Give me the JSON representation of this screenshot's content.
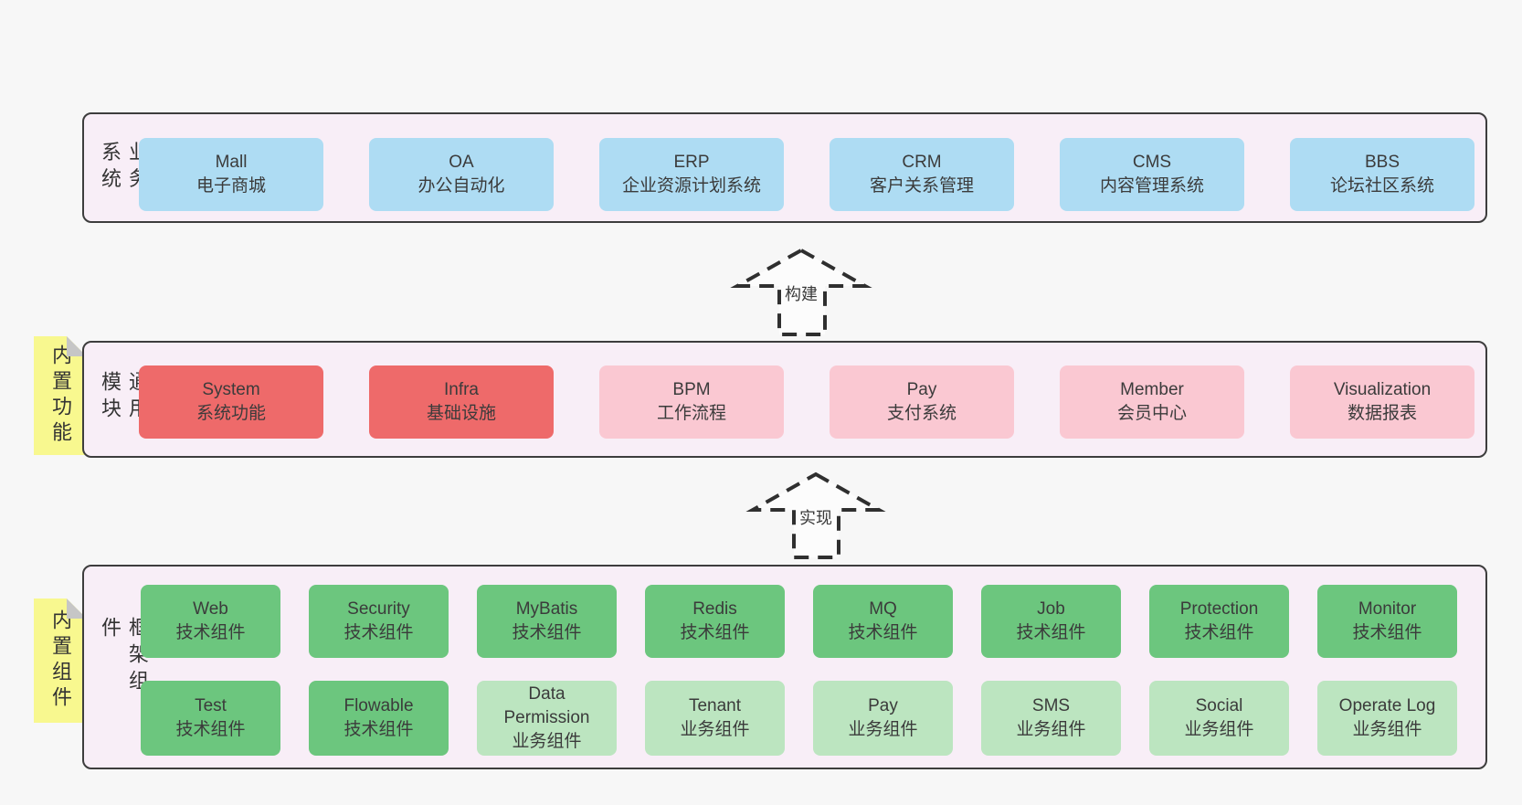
{
  "sections": {
    "business": {
      "label": "业务系统",
      "boxes": [
        {
          "title": "Mall",
          "subtitle": "电子商城"
        },
        {
          "title": "OA",
          "subtitle": "办公自动化"
        },
        {
          "title": "ERP",
          "subtitle": "企业资源计划系统"
        },
        {
          "title": "CRM",
          "subtitle": "客户关系管理"
        },
        {
          "title": "CMS",
          "subtitle": "内容管理系统"
        },
        {
          "title": "BBS",
          "subtitle": "论坛社区系统"
        }
      ]
    },
    "modules": {
      "label": "通用模块",
      "note": "内置功能",
      "boxes": [
        {
          "title": "System",
          "subtitle": "系统功能"
        },
        {
          "title": "Infra",
          "subtitle": "基础设施"
        },
        {
          "title": "BPM",
          "subtitle": "工作流程"
        },
        {
          "title": "Pay",
          "subtitle": "支付系统"
        },
        {
          "title": "Member",
          "subtitle": "会员中心"
        },
        {
          "title": "Visualization",
          "subtitle": "数据报表"
        }
      ]
    },
    "framework": {
      "label": "框架组件",
      "note": "内置组件",
      "rows": [
        [
          {
            "title": "Web",
            "subtitle": "技术组件"
          },
          {
            "title": "Security",
            "subtitle": "技术组件"
          },
          {
            "title": "MyBatis",
            "subtitle": "技术组件"
          },
          {
            "title": "Redis",
            "subtitle": "技术组件"
          },
          {
            "title": "MQ",
            "subtitle": "技术组件"
          },
          {
            "title": "Job",
            "subtitle": "技术组件"
          },
          {
            "title": "Protection",
            "subtitle": "技术组件"
          },
          {
            "title": "Monitor",
            "subtitle": "技术组件"
          }
        ],
        [
          {
            "title": "Test",
            "subtitle": "技术组件"
          },
          {
            "title": "Flowable",
            "subtitle": "技术组件"
          },
          {
            "title": "Data Permission",
            "subtitle": "业务组件"
          },
          {
            "title": "Tenant",
            "subtitle": "业务组件"
          },
          {
            "title": "Pay",
            "subtitle": "业务组件"
          },
          {
            "title": "SMS",
            "subtitle": "业务组件"
          },
          {
            "title": "Social",
            "subtitle": "业务组件"
          },
          {
            "title": "Operate Log",
            "subtitle": "业务组件"
          }
        ]
      ]
    }
  },
  "arrows": {
    "build": {
      "label": "构建"
    },
    "implement": {
      "label": "实现"
    }
  },
  "colors": {
    "page_background": "#f7f7f7",
    "panel_background": "#f8eef7",
    "panel_border": "#3d3d3d",
    "business_box": "#aedcf3",
    "core_module_box": "#ee6a6a",
    "optional_module_box": "#fac8d2",
    "tech_component_box": "#6cc67e",
    "biz_component_box": "#bce5c0",
    "sticky_note": "#f8f88f",
    "note_fold": "#c6c6c6",
    "text": "#3b3b3b"
  }
}
